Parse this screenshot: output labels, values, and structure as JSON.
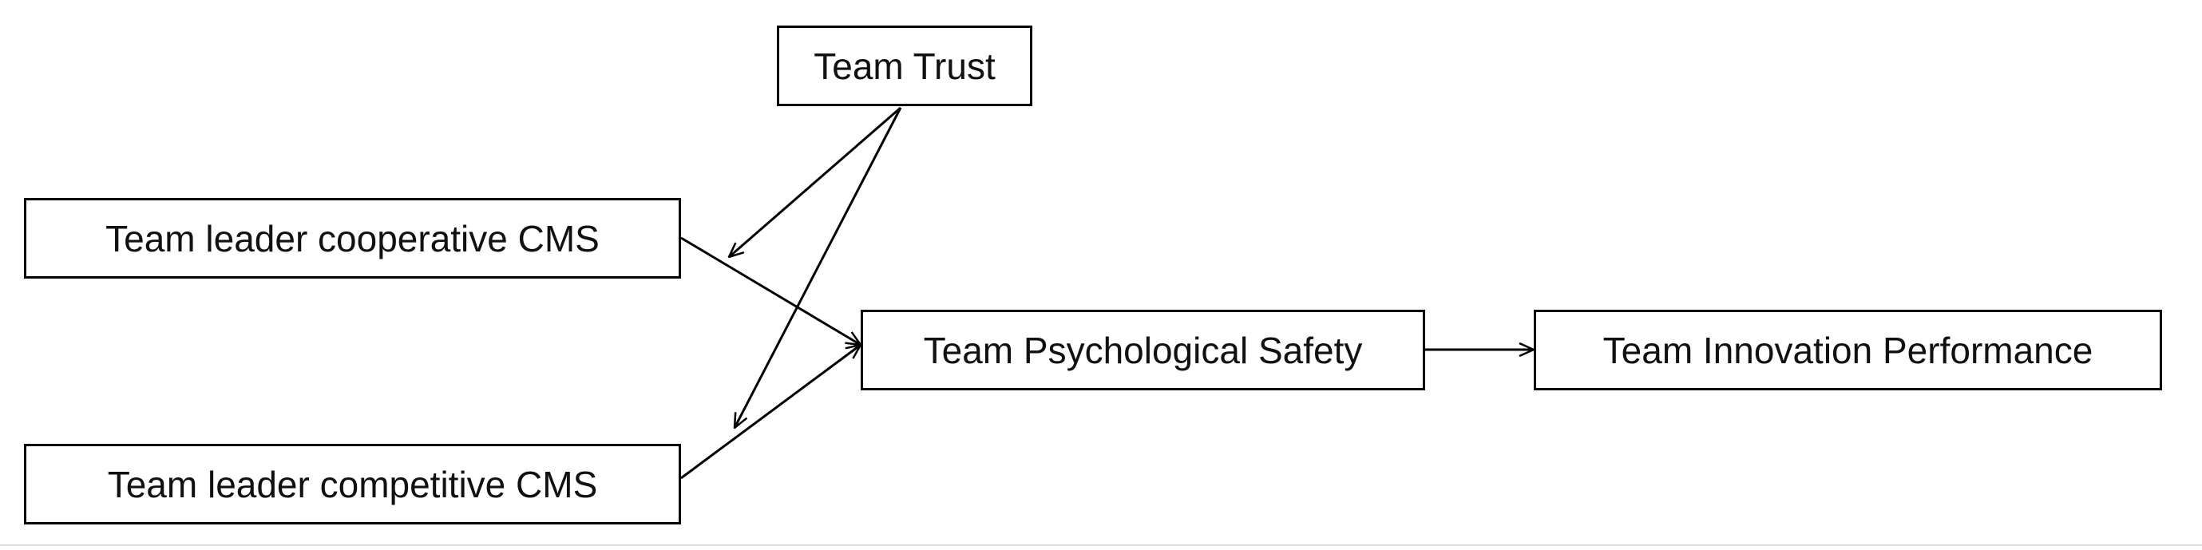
{
  "colors": {
    "stroke": "#000000",
    "text": "#111111",
    "background": "#ffffff"
  },
  "nodes": {
    "team_trust": "Team Trust",
    "leader_cooperative": "Team leader cooperative CMS",
    "leader_competitive": "Team leader competitive CMS",
    "psych_safety": "Team Psychological Safety",
    "innovation": "Team Innovation Performance"
  }
}
